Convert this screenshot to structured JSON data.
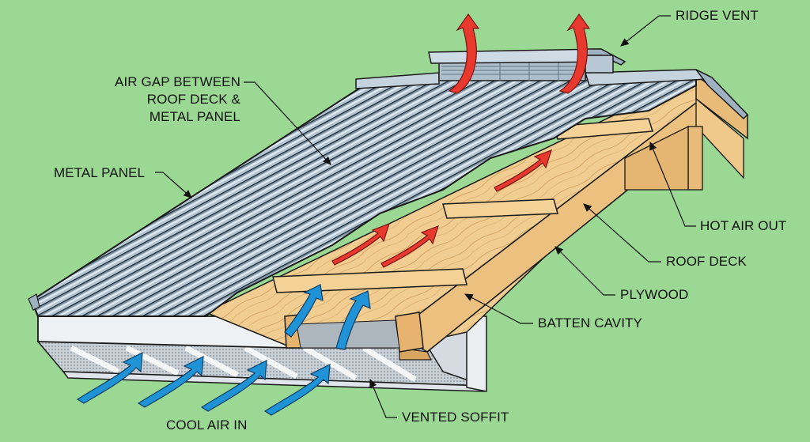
{
  "diagram": {
    "subject": "Vented metal roof cutaway",
    "colors": {
      "background": "#9bd894",
      "metal": "#a9bccb",
      "metal_dark": "#6f8596",
      "wood": "#f0c98a",
      "wood_dark": "#d9a35e",
      "soffit": "#e6ebef",
      "hot_air": "#e8392f",
      "cool_air": "#1f93d6",
      "outline": "#1a1a1a"
    },
    "labels": {
      "air_gap": [
        "AIR GAP BETWEEN",
        "ROOF DECK &",
        "METAL PANEL"
      ],
      "metal_panel": "METAL PANEL",
      "ridge_vent": "RIDGE VENT",
      "hot_air_out": "HOT AIR OUT",
      "roof_deck": "ROOF DECK",
      "plywood": "PLYWOOD",
      "batten_cavity": "BATTEN CAVITY",
      "cool_air_in": "COOL AIR IN",
      "vented_soffit": "VENTED SOFFIT"
    },
    "arrows": {
      "hot_air_count": 5,
      "cool_air_count": 6
    }
  }
}
